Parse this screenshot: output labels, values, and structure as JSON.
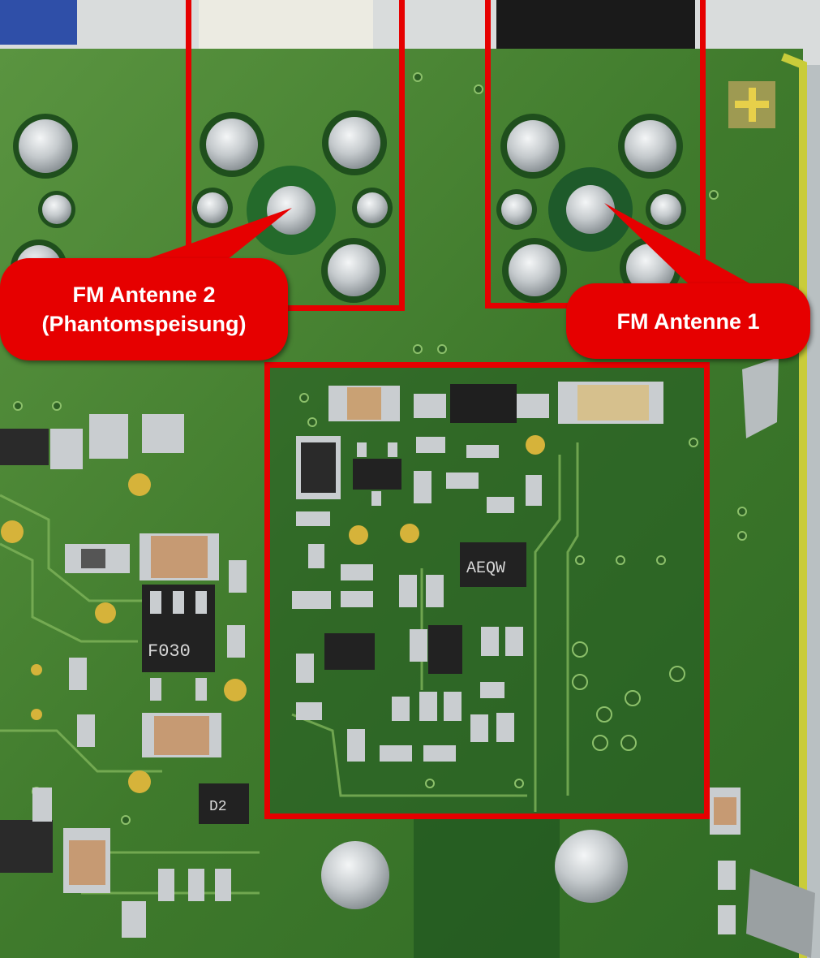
{
  "callouts": {
    "antenna2_line1": "FM Antenne 2",
    "antenna2_line2": "(Phantomspeisung)",
    "antenna1": "FM Antenne 1"
  },
  "chip_markings": [
    "F030",
    "D2",
    "AEQW"
  ],
  "colors": {
    "annotation_red": "#e60000",
    "annotation_text": "#ffffff",
    "pcb_green": "#3f7a2c",
    "pcb_dark_green": "#245b22",
    "solder_silver": "#c9cdd0",
    "gold_pad": "#d6b33a"
  }
}
